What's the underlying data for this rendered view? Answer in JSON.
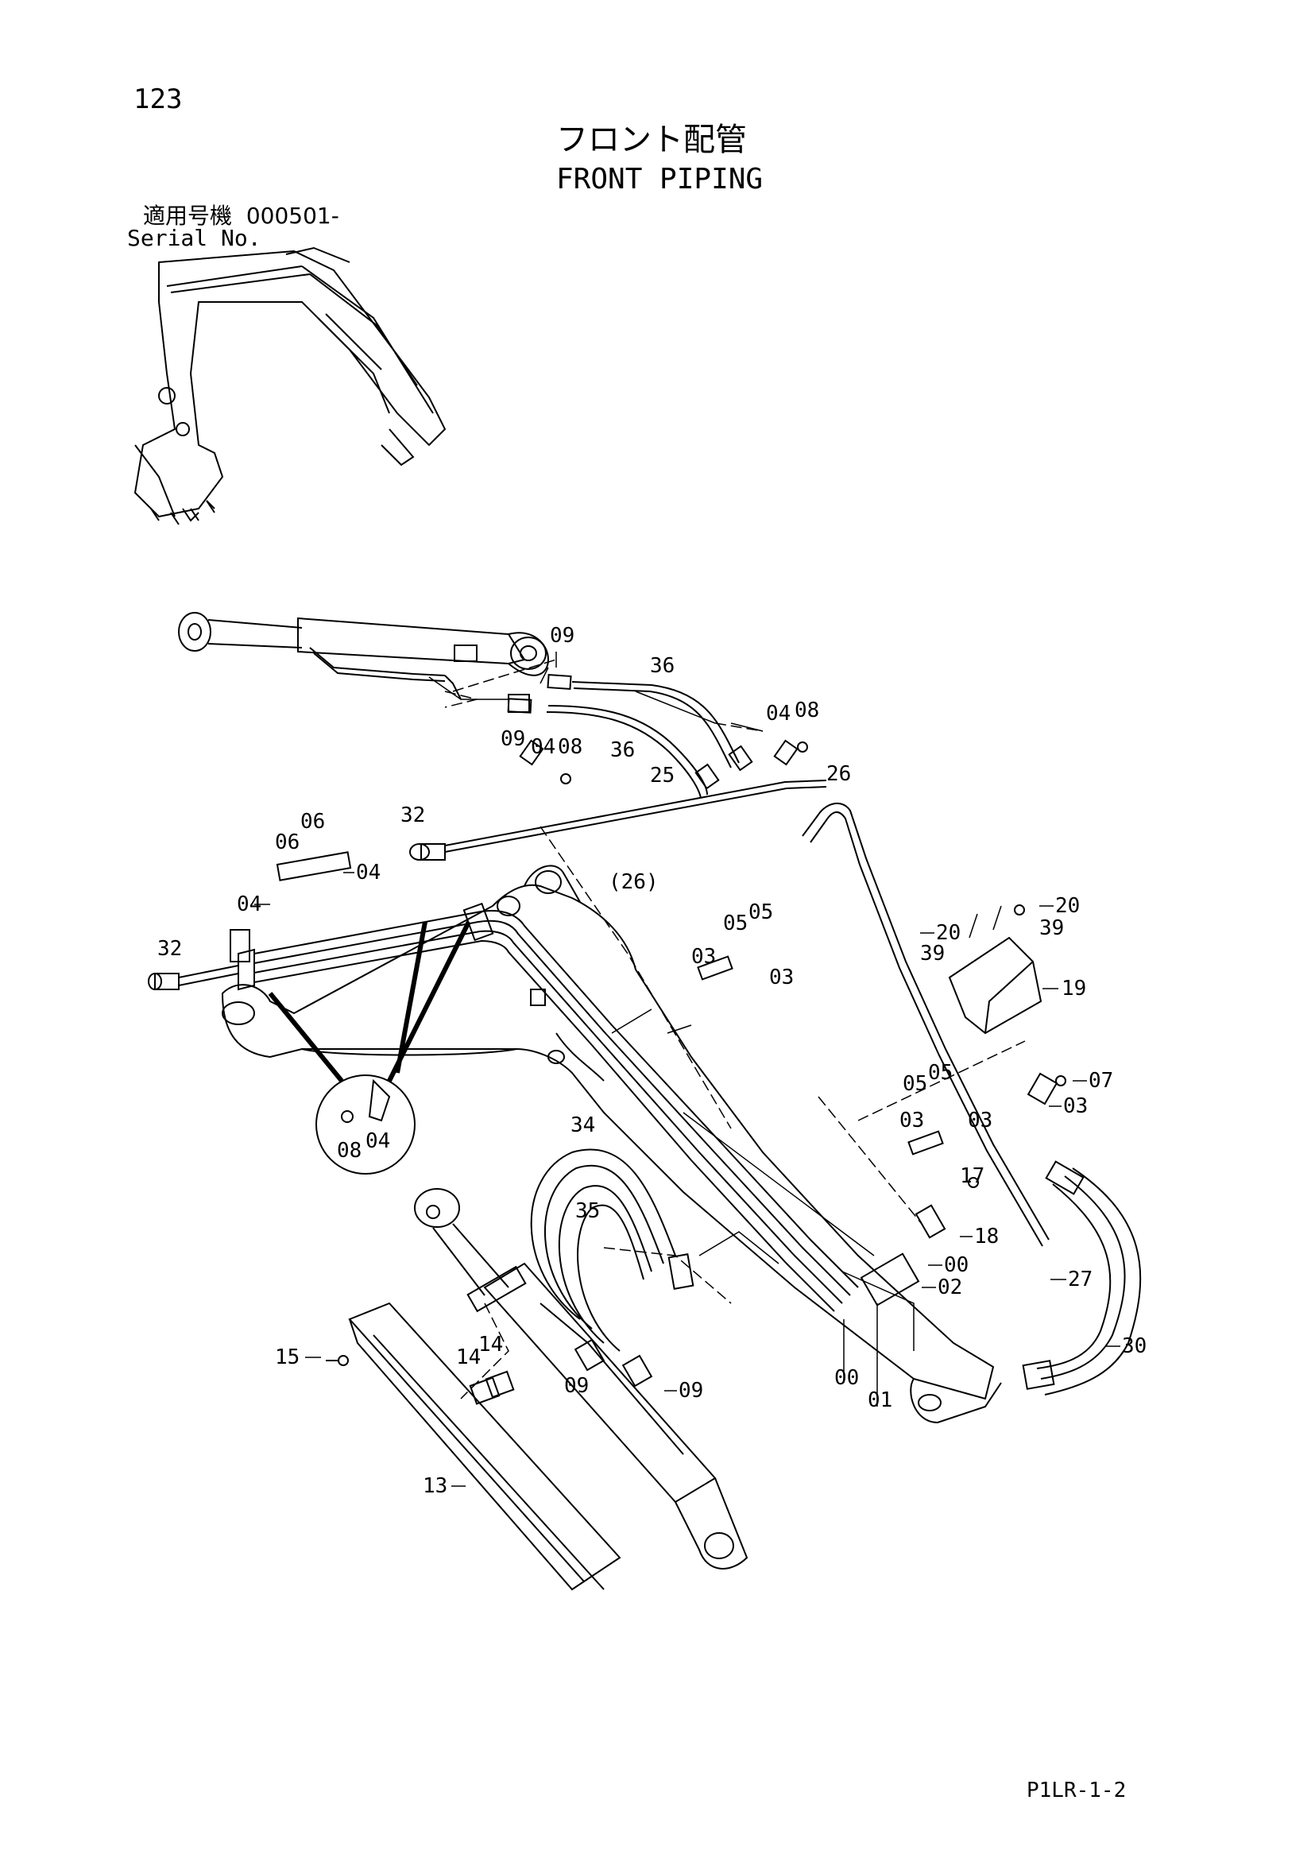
{
  "header": {
    "page_number": "123",
    "title_jp": "フロント配管",
    "title_en": "FRONT PIPING",
    "serial_label_jp": "適用号機",
    "serial_value": "000501-",
    "serial_label_en": "Serial No."
  },
  "footer": {
    "code": "P1LR-1-2"
  },
  "callouts": [
    {
      "id": "c-09a",
      "text": "09"
    },
    {
      "id": "c-36a",
      "text": "36"
    },
    {
      "id": "c-09b",
      "text": "09"
    },
    {
      "id": "c-36b",
      "text": "36"
    },
    {
      "id": "c-04a",
      "text": "04"
    },
    {
      "id": "c-08a",
      "text": "08"
    },
    {
      "id": "c-04b",
      "text": "04"
    },
    {
      "id": "c-08b",
      "text": "08"
    },
    {
      "id": "c-25",
      "text": "25"
    },
    {
      "id": "c-26",
      "text": "26"
    },
    {
      "id": "c-32a",
      "text": "32"
    },
    {
      "id": "c-06a",
      "text": "06"
    },
    {
      "id": "c-06b",
      "text": "06"
    },
    {
      "id": "c-04c",
      "text": "04"
    },
    {
      "id": "c-04d",
      "text": "04"
    },
    {
      "id": "c-26p",
      "text": "(26)"
    },
    {
      "id": "c-32b",
      "text": "32"
    },
    {
      "id": "c-05a",
      "text": "05"
    },
    {
      "id": "c-05b",
      "text": "05"
    },
    {
      "id": "c-03a",
      "text": "03"
    },
    {
      "id": "c-03b",
      "text": "03"
    },
    {
      "id": "c-20a",
      "text": "20"
    },
    {
      "id": "c-20b",
      "text": "20"
    },
    {
      "id": "c-39a",
      "text": "39"
    },
    {
      "id": "c-39b",
      "text": "39"
    },
    {
      "id": "c-19",
      "text": "19"
    },
    {
      "id": "c-07",
      "text": "07"
    },
    {
      "id": "c-03c",
      "text": "03"
    },
    {
      "id": "c-05c",
      "text": "05"
    },
    {
      "id": "c-05d",
      "text": "05"
    },
    {
      "id": "c-03d",
      "text": "03"
    },
    {
      "id": "c-03e",
      "text": "03"
    },
    {
      "id": "c-08c",
      "text": "08"
    },
    {
      "id": "c-04e",
      "text": "04"
    },
    {
      "id": "c-34",
      "text": "34"
    },
    {
      "id": "c-35",
      "text": "35"
    },
    {
      "id": "c-17",
      "text": "17"
    },
    {
      "id": "c-18",
      "text": "18"
    },
    {
      "id": "c-00a",
      "text": "00"
    },
    {
      "id": "c-02",
      "text": "02"
    },
    {
      "id": "c-27",
      "text": "27"
    },
    {
      "id": "c-30",
      "text": "30"
    },
    {
      "id": "c-15",
      "text": "15"
    },
    {
      "id": "c-14a",
      "text": "14"
    },
    {
      "id": "c-14b",
      "text": "14"
    },
    {
      "id": "c-09c",
      "text": "09"
    },
    {
      "id": "c-09d",
      "text": "09"
    },
    {
      "id": "c-00b",
      "text": "00"
    },
    {
      "id": "c-01",
      "text": "01"
    },
    {
      "id": "c-13",
      "text": "13"
    }
  ]
}
